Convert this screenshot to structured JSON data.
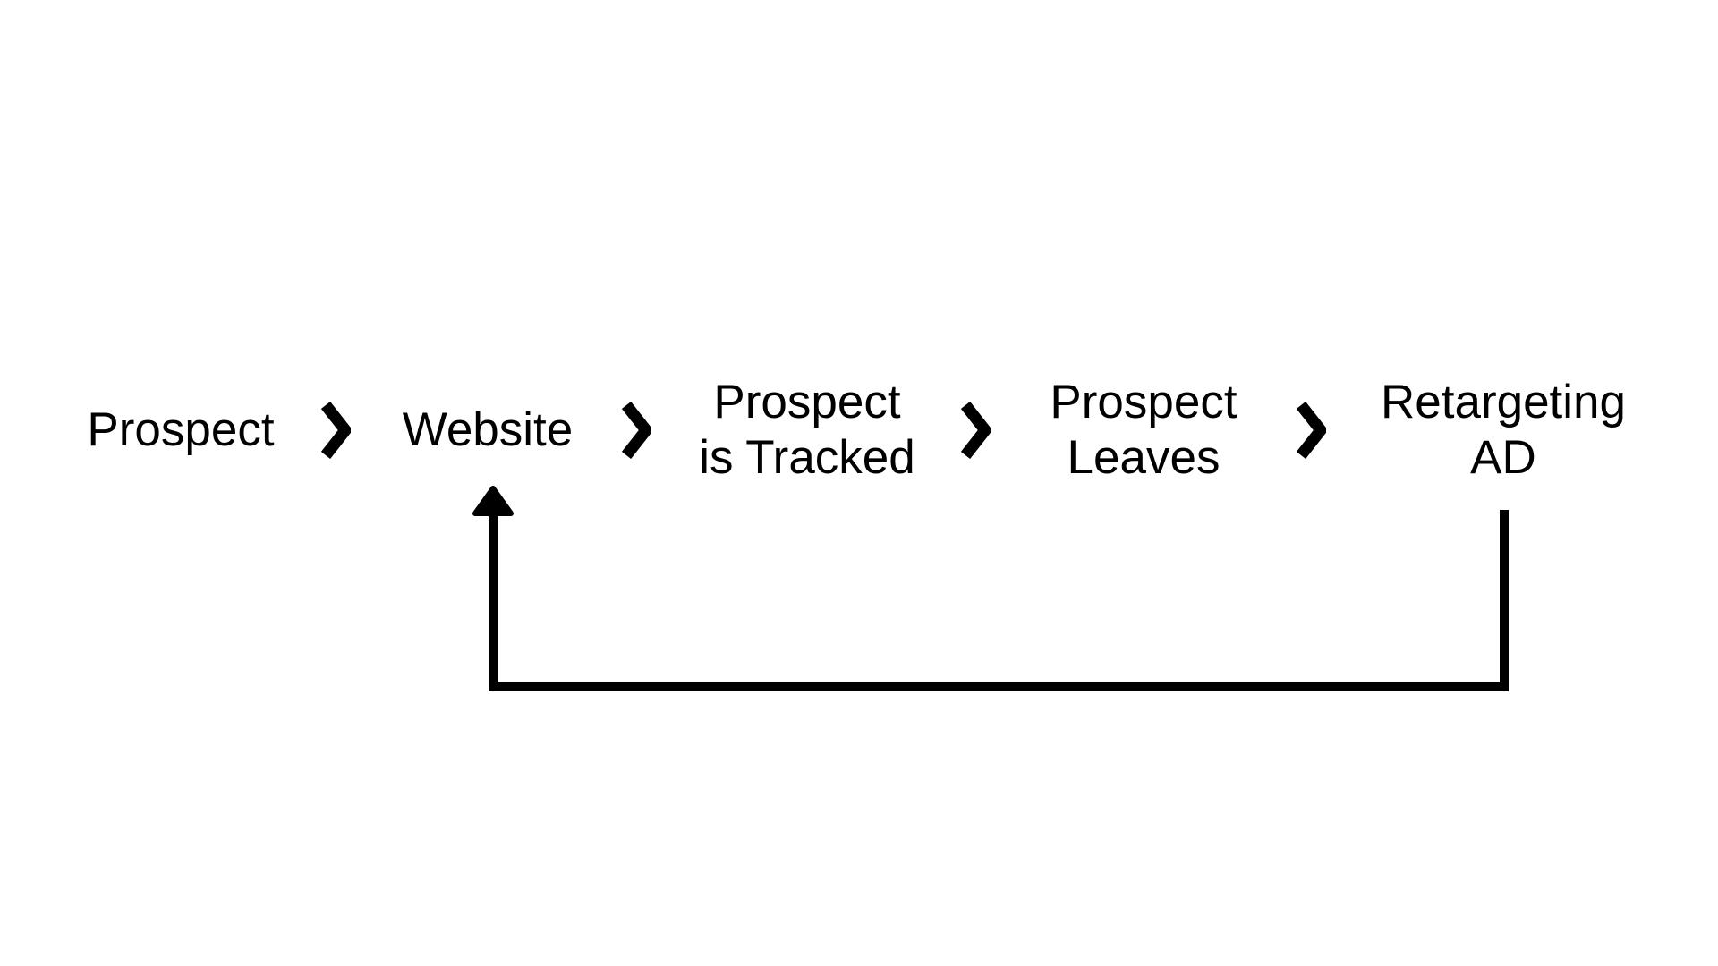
{
  "diagram": {
    "title": "retargeting-flow",
    "background_color": "#ffffff",
    "line_color": "#000000",
    "text_color": "#000000",
    "nodes": [
      {
        "label": "Prospect"
      },
      {
        "label": "Website"
      },
      {
        "label": "Prospect\nis Tracked"
      },
      {
        "label": "Prospect\nLeaves"
      },
      {
        "label": "Retargeting\nAD"
      }
    ],
    "connectors": [
      {
        "icon": "chevron-right"
      },
      {
        "icon": "chevron-right"
      },
      {
        "icon": "chevron-right"
      },
      {
        "icon": "chevron-right"
      }
    ],
    "loop_arrow": {
      "from": "Retargeting\nAD",
      "to": "Website",
      "arrowhead": "up"
    }
  }
}
